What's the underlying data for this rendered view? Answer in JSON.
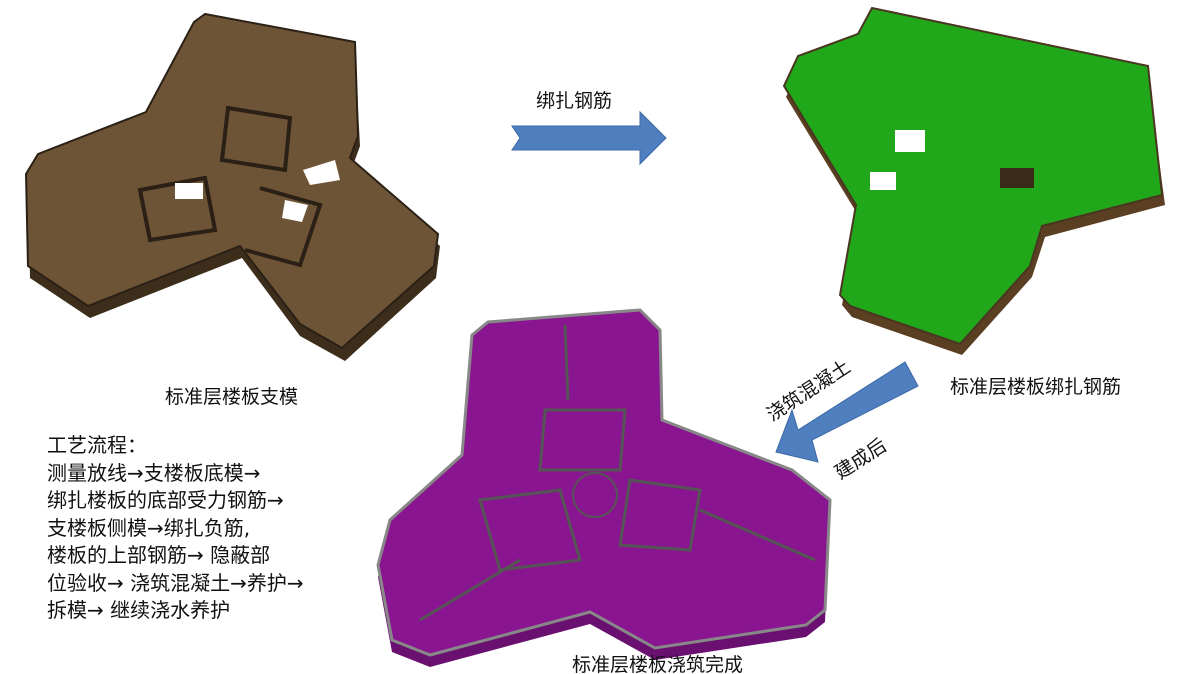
{
  "stages": {
    "formwork_label": "标准层楼板支模",
    "rebar_label": "标准层楼板绑扎钢筋",
    "pour_label": "标准层楼板浇筑完成"
  },
  "arrows": {
    "arrow1_label": "绑扎钢筋",
    "arrow2_label_top": "浇筑混凝土",
    "arrow2_label_bottom": "建成后"
  },
  "process": {
    "title": "工艺流程：",
    "lines": [
      "测量放线→支楼板底模→",
      "绑扎楼板的底部受力钢筋→",
      "支楼板侧模→绑扎负筋,",
      "楼板的上部钢筋→ 隐蔽部",
      "位验收→ 浇筑混凝土→养护→",
      "拆模→ 继续浇水养护"
    ]
  },
  "colors": {
    "formwork": "#6e5436",
    "rebar": "#1fa51a",
    "concrete": "#8a1590",
    "arrow": "#4f7fbf"
  }
}
